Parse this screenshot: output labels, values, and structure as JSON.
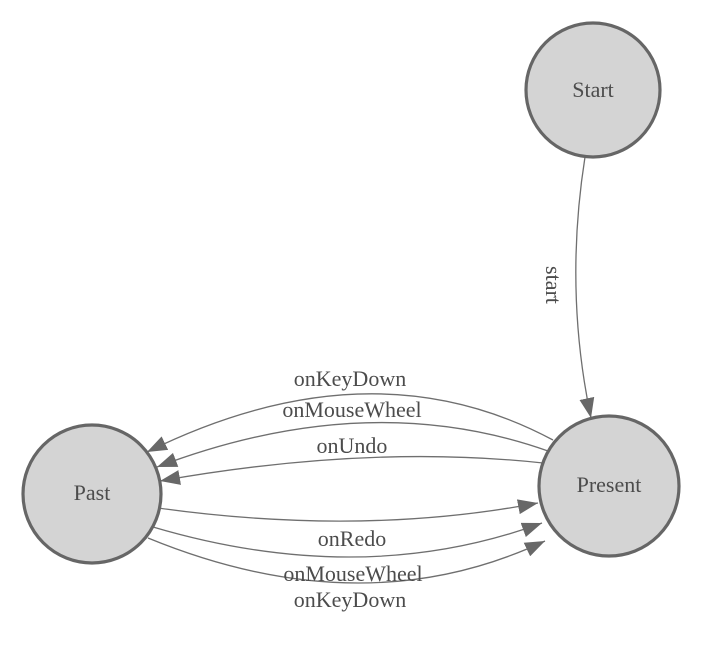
{
  "diagram": {
    "type": "state-machine",
    "nodes": [
      {
        "id": "start",
        "label": "Start"
      },
      {
        "id": "past",
        "label": "Past"
      },
      {
        "id": "present",
        "label": "Present"
      }
    ],
    "edges": [
      {
        "from": "start",
        "to": "present",
        "label": "start"
      },
      {
        "from": "present",
        "to": "past",
        "label": "onKeyDown"
      },
      {
        "from": "present",
        "to": "past",
        "label": "onMouseWheel"
      },
      {
        "from": "present",
        "to": "past",
        "label": "onUndo"
      },
      {
        "from": "past",
        "to": "present",
        "label": "onRedo"
      },
      {
        "from": "past",
        "to": "present",
        "label": "onMouseWheel"
      },
      {
        "from": "past",
        "to": "present",
        "label": "onKeyDown"
      }
    ],
    "colors": {
      "background": "#ffffff",
      "node_fill": "#d4d4d4",
      "node_border": "#666666",
      "edge_line": "#6f6f6f",
      "arrowhead": "#686868",
      "label_text": "#4c4c4c"
    }
  }
}
